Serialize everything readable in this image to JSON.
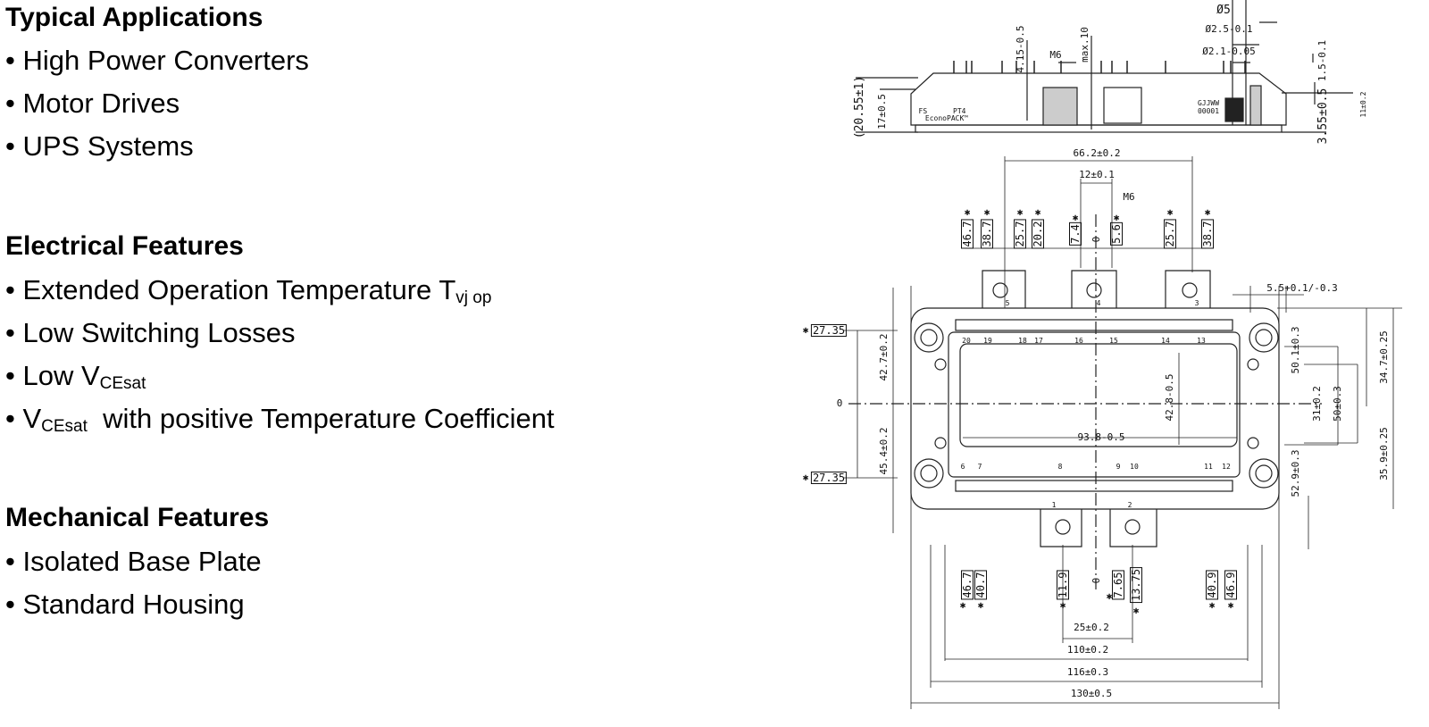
{
  "typical_applications": {
    "heading": "Typical Applications",
    "items": [
      "High Power Converters",
      "Motor Drives",
      "UPS Systems"
    ]
  },
  "electrical_features": {
    "heading": "Electrical Features",
    "items": [
      {
        "text": "Extended Operation Temperature T",
        "sub": "vj op",
        "after": ""
      },
      {
        "text": "Low Switching Losses",
        "sub": "",
        "after": ""
      },
      {
        "text": "Low V",
        "sub": "CEsat",
        "after": ""
      },
      {
        "text": "V",
        "sub": "CEsat",
        "after": "  with positive Temperature Coefficient"
      }
    ]
  },
  "mechanical_features": {
    "heading": "Mechanical Features",
    "items": [
      "Isolated Base Plate",
      "Standard Housing"
    ]
  },
  "drawing": {
    "side": {
      "d5": "Ø5",
      "d25": "Ø2.5-0.1",
      "d21": "Ø2.1-0.05",
      "h415": "4.15-0.5",
      "m6": "M6",
      "max10": "max.10",
      "h2055": "(20.55±1)",
      "h17": "17±0.5",
      "h15": "1.5-0.1",
      "h11": "11±0.2",
      "h355": "3.55±0.5",
      "fs": "FS      PT4",
      "econo": "EconoPACK™",
      "gj": "GJJWW",
      "num": "00001"
    },
    "top": {
      "w662": "66.2±0.2",
      "w12": "12±0.1",
      "m6": "M6",
      "zero": "0",
      "top_boxes": [
        "46.7",
        "38.7",
        "25.7",
        "20.2",
        "7.4",
        "5.6",
        "25.7",
        "38.7"
      ],
      "w55": "5.5+0.1/-0.3",
      "y2735a": "27.35",
      "y2735b": "27.35",
      "h427": "42.7±0.2",
      "h454": "45.4±0.2",
      "h428": "42.8-0.5",
      "w938": "93.8-0.5",
      "h501": "50.1±0.3",
      "h31": "31±0.2",
      "h50": "50±0.3",
      "h529": "52.9±0.3",
      "h347": "34.7±0.25",
      "h359": "35.9±0.25",
      "pins_top": [
        "20",
        "19",
        "18",
        "17",
        "16",
        "15",
        "14",
        "13"
      ],
      "pins_bottom": [
        "6",
        "7",
        "8",
        "9",
        "10",
        "11",
        "12"
      ],
      "tabs": [
        "5",
        "4",
        "3",
        "1",
        "2"
      ],
      "bottom_boxes": [
        "46.7",
        "40.7",
        "11.9",
        "7.65",
        "13.75",
        "40.9",
        "46.9"
      ],
      "w25": "25±0.2",
      "w110": "110±0.2",
      "w116": "116±0.3",
      "w130": "130±0.5",
      "star": "✱"
    }
  }
}
